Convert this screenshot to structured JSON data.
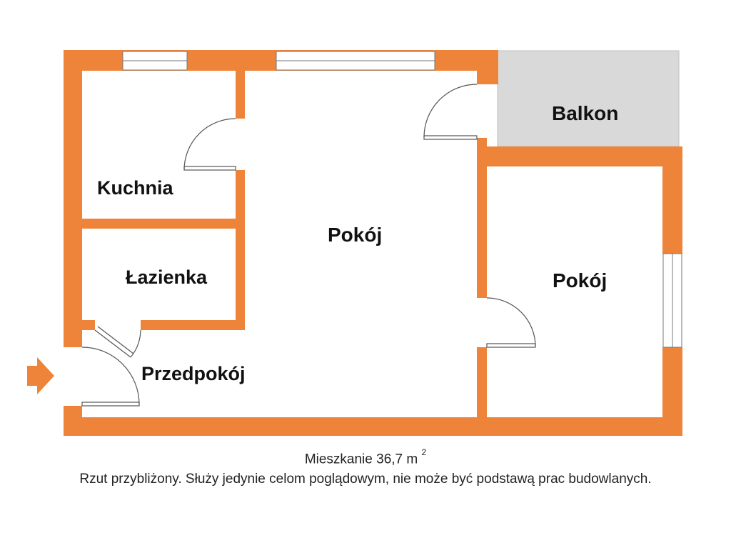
{
  "rooms": {
    "kuchnia": "Kuchnia",
    "lazienka": "Łazienka",
    "przedpokoj": "Przedpokój",
    "pokoj_main": "Pokój",
    "pokoj_side": "Pokój",
    "balkon": "Balkon"
  },
  "caption": {
    "area": "Mieszkanie 36,7 m",
    "area_unit_exp": "2",
    "disclaimer": "Rzut przybliżony. Służy jedynie celom poglądowym, nie może być podstawą prac budowlanych."
  },
  "colors": {
    "wall": "#EE8439",
    "balcony": "#D9D9D9",
    "window": "#FFFFFF",
    "door_line": "#555555"
  }
}
